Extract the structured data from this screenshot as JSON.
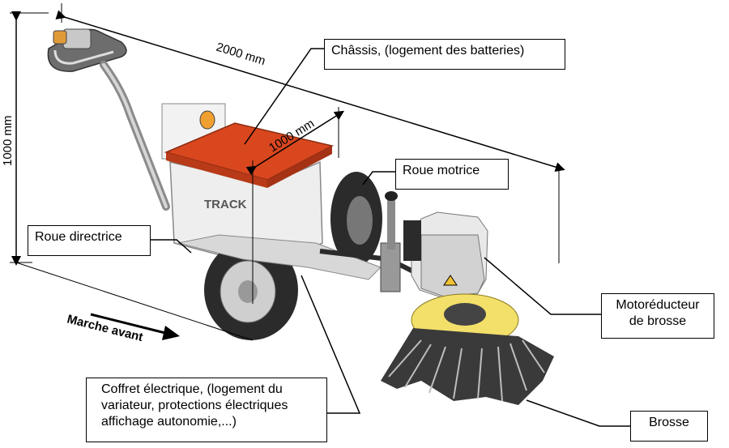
{
  "labels": {
    "chassis": "Châssis, (logement des batteries)",
    "roue_motrice": "Roue motrice",
    "roue_directrice": "Roue directrice",
    "motoreducteur_line1": "Motoréducteur",
    "motoreducteur_line2": "de brosse",
    "brosse": "Brosse",
    "coffret_line1": "Coffret électrique, (logement du",
    "coffret_line2": "variateur, protections électriques",
    "coffret_line3": "affichage autonomie,...)"
  },
  "dimensions": {
    "length": "2000 mm",
    "width": "1000 mm",
    "height": "1000 mm"
  },
  "direction": {
    "label": "Marche avant"
  },
  "logo": "TRACK",
  "colors": {
    "chassis_top": "#d9471f",
    "body": "#eeeeee",
    "brush_disc": "#f3e06a",
    "tire": "#2b2b2b"
  }
}
